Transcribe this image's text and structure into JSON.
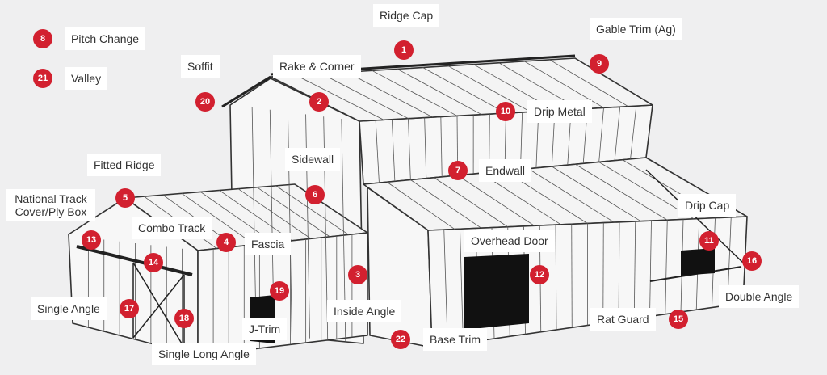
{
  "colors": {
    "marker": "#d2202f",
    "background": "#efeff0",
    "label_bg": "#ffffff",
    "text": "#333333"
  },
  "callouts": [
    {
      "n": "1",
      "label": "Ridge Cap"
    },
    {
      "n": "2",
      "label": "Rake & Corner"
    },
    {
      "n": "3",
      "label": "Inside Angle"
    },
    {
      "n": "4",
      "label": "Fascia"
    },
    {
      "n": "5",
      "label": "Fitted Ridge"
    },
    {
      "n": "6",
      "label": "Sidewall"
    },
    {
      "n": "7",
      "label": "Endwall"
    },
    {
      "n": "8",
      "label": "Pitch Change"
    },
    {
      "n": "9",
      "label": "Gable Trim (Ag)"
    },
    {
      "n": "10",
      "label": "Drip Metal"
    },
    {
      "n": "11",
      "label": "Drip Cap"
    },
    {
      "n": "12",
      "label": "Overhead Door"
    },
    {
      "n": "13",
      "label": "National Track Cover/Ply Box"
    },
    {
      "n": "14",
      "label": "Combo Track"
    },
    {
      "n": "15",
      "label": "Rat Guard"
    },
    {
      "n": "16",
      "label": "Double Angle"
    },
    {
      "n": "17",
      "label": "Single Angle"
    },
    {
      "n": "18",
      "label": "Single Long Angle"
    },
    {
      "n": "19",
      "label": "J-Trim"
    },
    {
      "n": "20",
      "label": "Soffit"
    },
    {
      "n": "21",
      "label": "Valley"
    },
    {
      "n": "22",
      "label": "Base Trim"
    }
  ]
}
